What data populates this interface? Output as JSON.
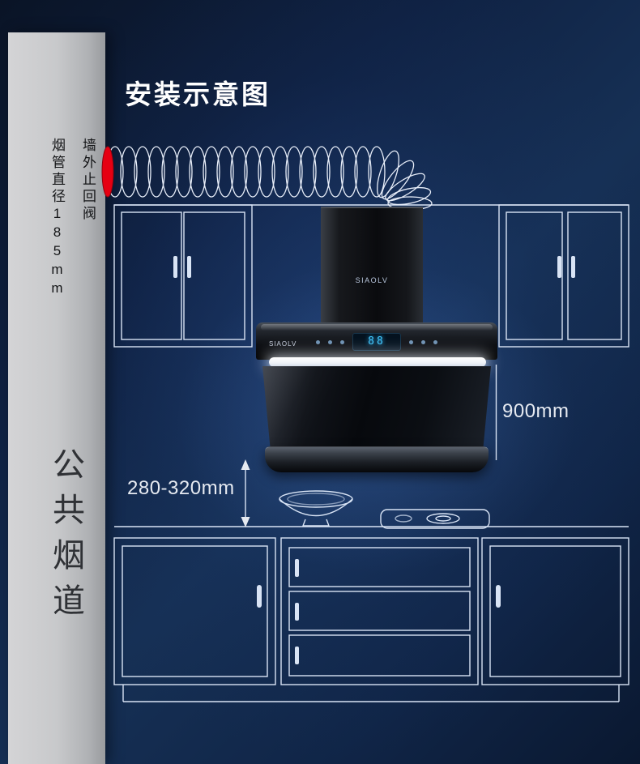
{
  "page": {
    "title": "安装示意图"
  },
  "flue": {
    "label": "公共烟道",
    "note_right": "墙外止回阀",
    "note_left": "烟管直径185mm"
  },
  "dimensions": {
    "hood_width": "900mm",
    "install_height": "280-320mm"
  },
  "hood": {
    "brand": "SIAOLV",
    "panel_brand": "SIAOLV",
    "display_value": "88"
  },
  "colors": {
    "background": "#122750",
    "line_art": "#d9e4f5",
    "valve_red": "#e60012",
    "flue_gray": "#c3c4c7",
    "led_white": "#ffffff",
    "display_blue": "#3ec9ff",
    "dimension_text": "#e6eaf1"
  }
}
